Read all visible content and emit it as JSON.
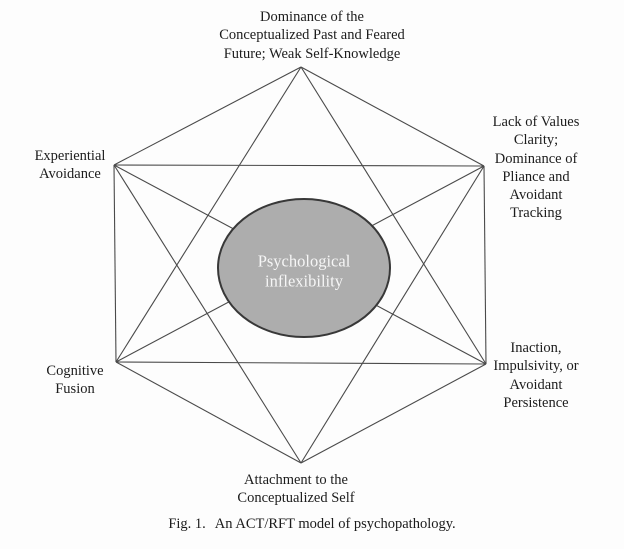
{
  "figure": {
    "background": "#fdfdfd",
    "line_color": "#4a4a4a",
    "text_color": "#1c1c1c",
    "center_node": {
      "lines": [
        "Psychological",
        "inflexibility"
      ],
      "fill": "#adadad",
      "stroke": "#383838",
      "text_color": "#f6f6f6"
    },
    "nodes": {
      "top": {
        "lines": [
          "Dominance of the",
          "Conceptualized Past and Feared",
          "Future; Weak Self-Knowledge"
        ]
      },
      "upper_right": {
        "lines": [
          "Lack of Values",
          "Clarity;",
          "Dominance of",
          "Pliance and",
          "Avoidant",
          "Tracking"
        ]
      },
      "lower_right": {
        "lines": [
          "Inaction,",
          "Impulsivity, or",
          "Avoidant",
          "Persistence"
        ]
      },
      "bottom": {
        "lines": [
          "Attachment to the",
          "Conceptualized Self"
        ]
      },
      "lower_left": {
        "lines": [
          "Cognitive",
          "Fusion"
        ]
      },
      "upper_left": {
        "lines": [
          "Experiential",
          "Avoidance"
        ]
      }
    },
    "caption": {
      "label": "Fig. 1.",
      "text": "An ACT/RFT model of psychopathology."
    }
  }
}
